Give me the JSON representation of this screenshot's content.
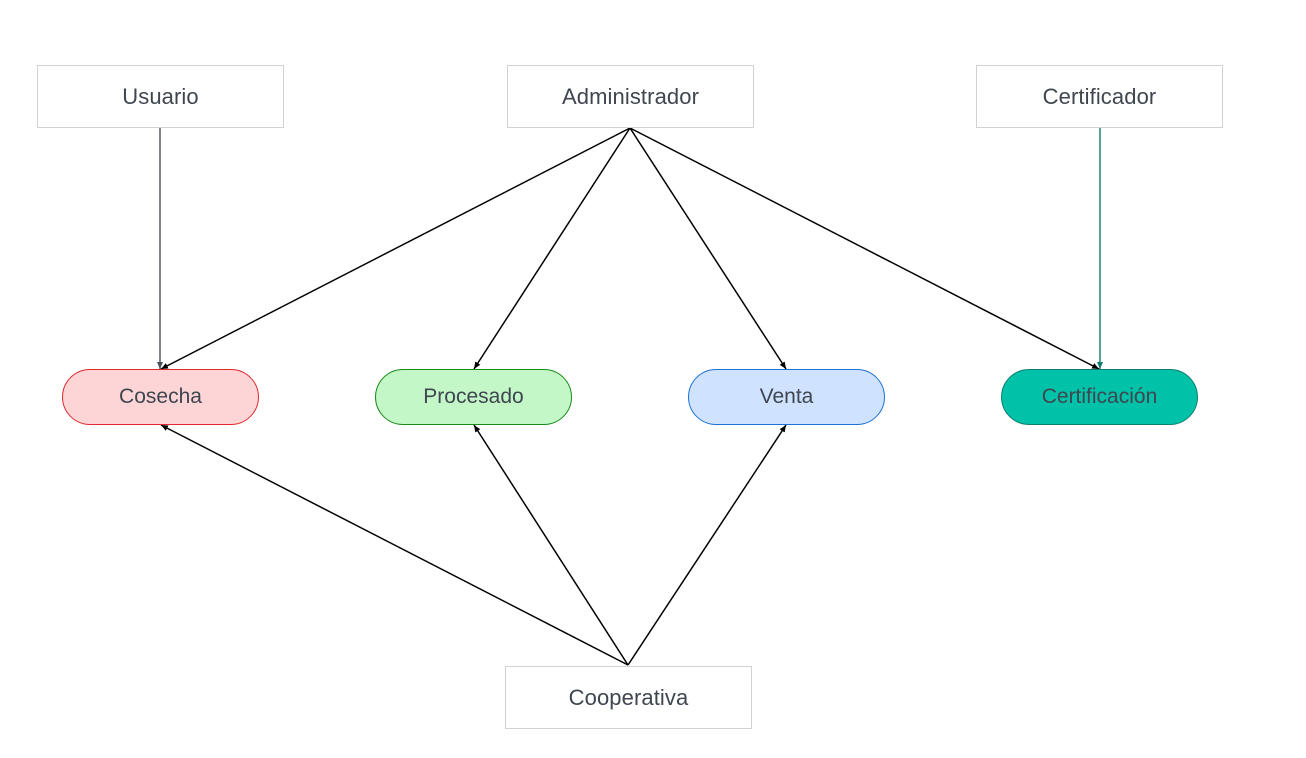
{
  "actors": {
    "usuario": "Usuario",
    "administrador": "Administrador",
    "certificador": "Certificador",
    "cooperativa": "Cooperativa"
  },
  "stages": {
    "cosecha": "Cosecha",
    "procesado": "Procesado",
    "venta": "Venta",
    "certificacion": "Certificación"
  },
  "colors": {
    "cosecha_fill": "#fdd5d7",
    "cosecha_border": "#e0282e",
    "procesado_fill": "#c3f7c8",
    "procesado_border": "#1a8a1a",
    "venta_fill": "#cfe2ff",
    "venta_border": "#1d72d1",
    "certificacion_fill": "#00c2a8",
    "certificacion_border": "#0e7e6e",
    "certificador_edge": "#0e7e6e",
    "usuario_edge": "#4a4f58",
    "edge": "#000000"
  },
  "edges": [
    {
      "from": "usuario",
      "to": "cosecha"
    },
    {
      "from": "administrador",
      "to": "cosecha"
    },
    {
      "from": "administrador",
      "to": "procesado"
    },
    {
      "from": "administrador",
      "to": "venta"
    },
    {
      "from": "administrador",
      "to": "certificacion"
    },
    {
      "from": "certificador",
      "to": "certificacion"
    },
    {
      "from": "cooperativa",
      "to": "cosecha"
    },
    {
      "from": "cooperativa",
      "to": "procesado"
    },
    {
      "from": "cooperativa",
      "to": "venta"
    }
  ]
}
